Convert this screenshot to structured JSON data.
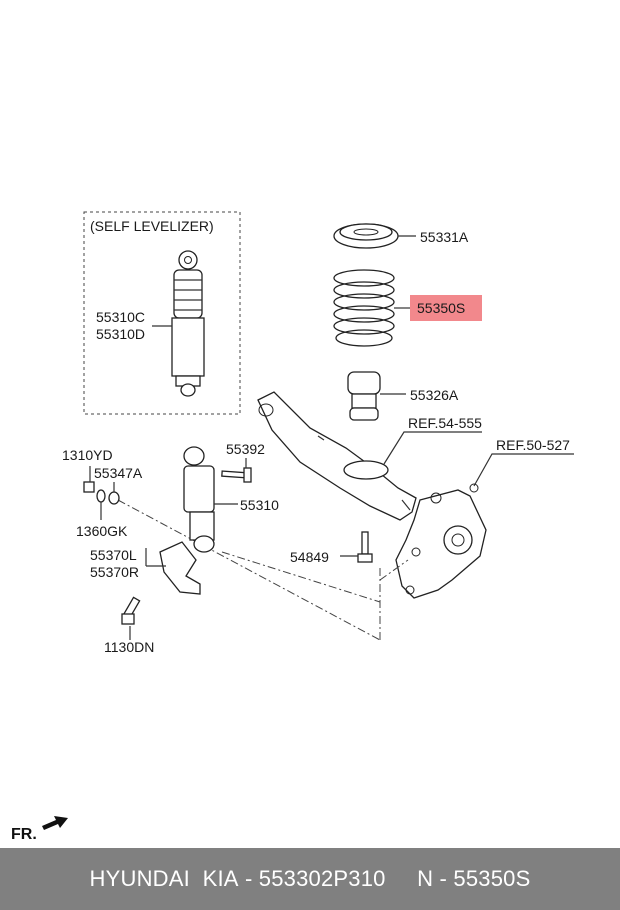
{
  "diagram": {
    "self_levelizer_title": "(SELF LEVELIZER)",
    "labels": {
      "p55331A": "55331A",
      "p55350S": "55350S",
      "p55326A": "55326A",
      "ref54": "REF.54-555",
      "ref50": "REF.50-527",
      "p55310C": "55310C",
      "p55310D": "55310D",
      "p1310YD": "1310YD",
      "p55347A": "55347A",
      "p55392": "55392",
      "p55310": "55310",
      "p1360GK": "1360GK",
      "p55370L": "55370L",
      "p55370R": "55370R",
      "p54849": "54849",
      "p1130DN": "1130DN"
    },
    "highlight_color": "#f2888c",
    "front_indicator": "FR."
  },
  "footer": {
    "brand": "HYUNDAI  KIA",
    "part_number": " - 553302P310",
    "n_label": "N - 55350S",
    "bg_color": "#808080"
  }
}
